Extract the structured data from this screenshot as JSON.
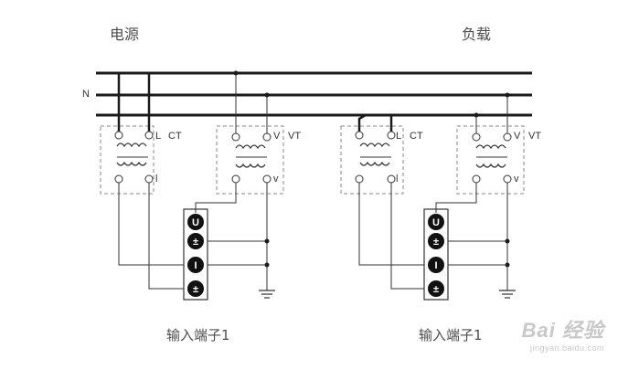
{
  "header": {
    "source_label": "电源",
    "load_label": "负载"
  },
  "bus": {
    "neutral_label": "N"
  },
  "units": [
    {
      "ct": {
        "label": "CT",
        "terminal_top": "L",
        "terminal_bottom": "l"
      },
      "vt": {
        "label": "VT",
        "terminal_top": "V",
        "terminal_bottom": "v"
      },
      "meter": {
        "u_symbol": "U",
        "i_symbol": "I",
        "pm_symbol": "±"
      },
      "caption": "输入端子1"
    },
    {
      "ct": {
        "label": "CT",
        "terminal_top": "L",
        "terminal_bottom": "l"
      },
      "vt": {
        "label": "VT",
        "terminal_top": "V",
        "terminal_bottom": "v"
      },
      "meter": {
        "u_symbol": "U",
        "i_symbol": "I",
        "pm_symbol": "±"
      },
      "caption": "输入端子1"
    }
  ],
  "watermark": {
    "brand": "Bai 经验",
    "url": "jingyan.baidu.com"
  }
}
